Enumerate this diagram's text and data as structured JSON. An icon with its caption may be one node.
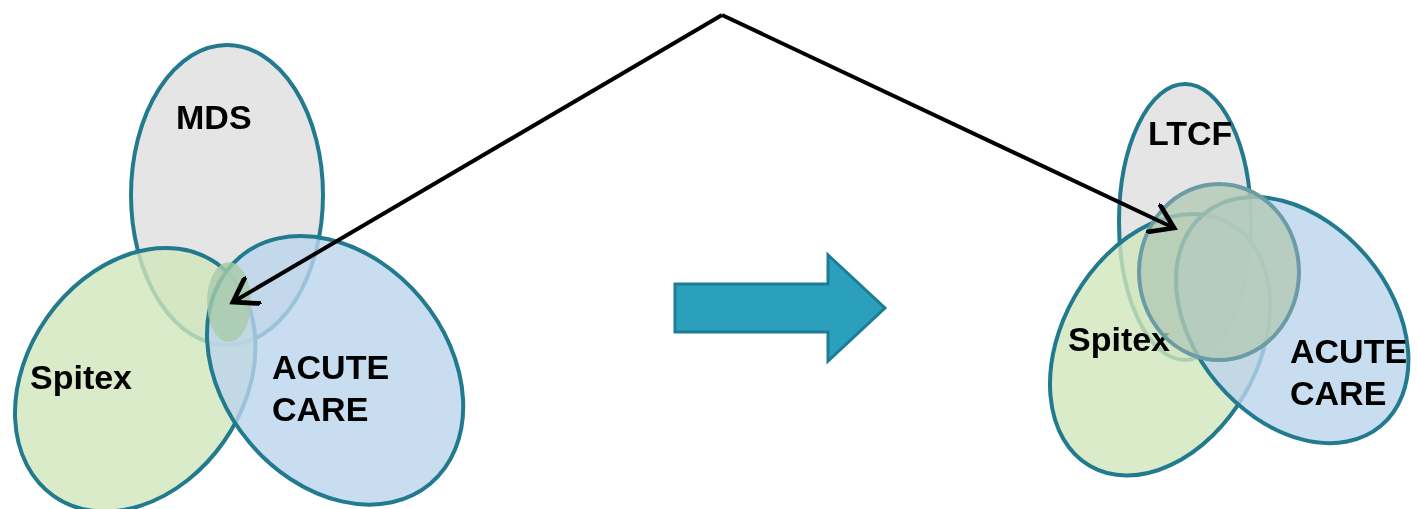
{
  "diagram": {
    "nodes": [
      {
        "text": [
          "MDS"
        ]
      },
      {
        "text": [
          "Spitex"
        ]
      },
      {
        "text": [
          "ACUTE CARE"
        ]
      },
      {
        "text": [],
        "shape": "ellipse"
      },
      {
        "text": [
          "LTCF"
        ]
      },
      {
        "text": [
          "Spitex"
        ]
      },
      {
        "text": [
          "ACUTE CARE"
        ]
      },
      {
        "text": [],
        "shape": "ellipse"
      }
    ],
    "edges": [
      {
        "from": null,
        "to": 3,
        "arrow": "to"
      },
      {
        "from": null,
        "to": 7,
        "arrow": "to"
      }
    ]
  }
}
